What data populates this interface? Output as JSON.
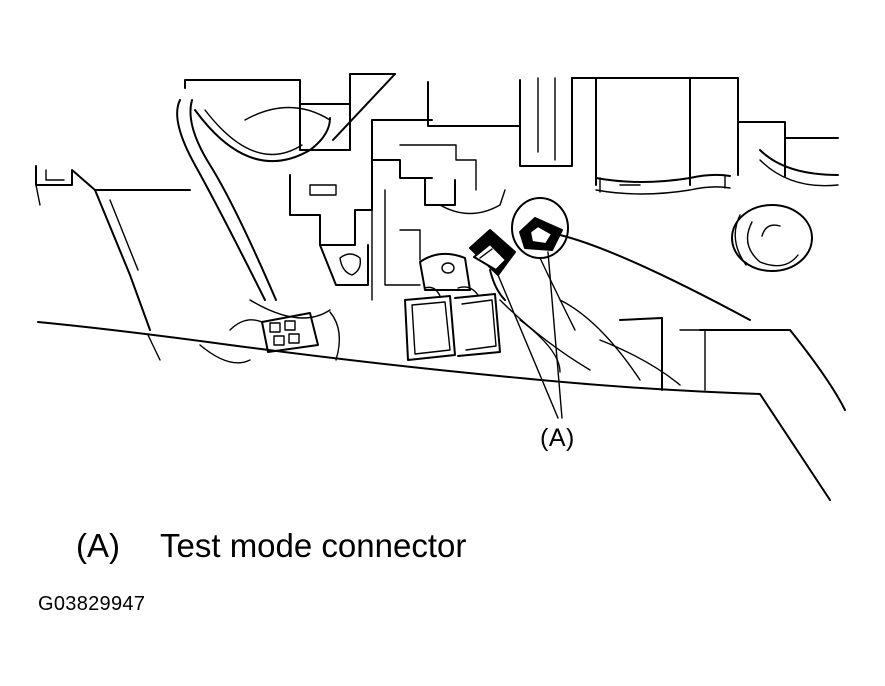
{
  "diagram": {
    "callout": {
      "label": "(A)"
    },
    "caption": {
      "key": "(A)",
      "text": "Test mode connector"
    },
    "figure_id": "G03829947"
  }
}
